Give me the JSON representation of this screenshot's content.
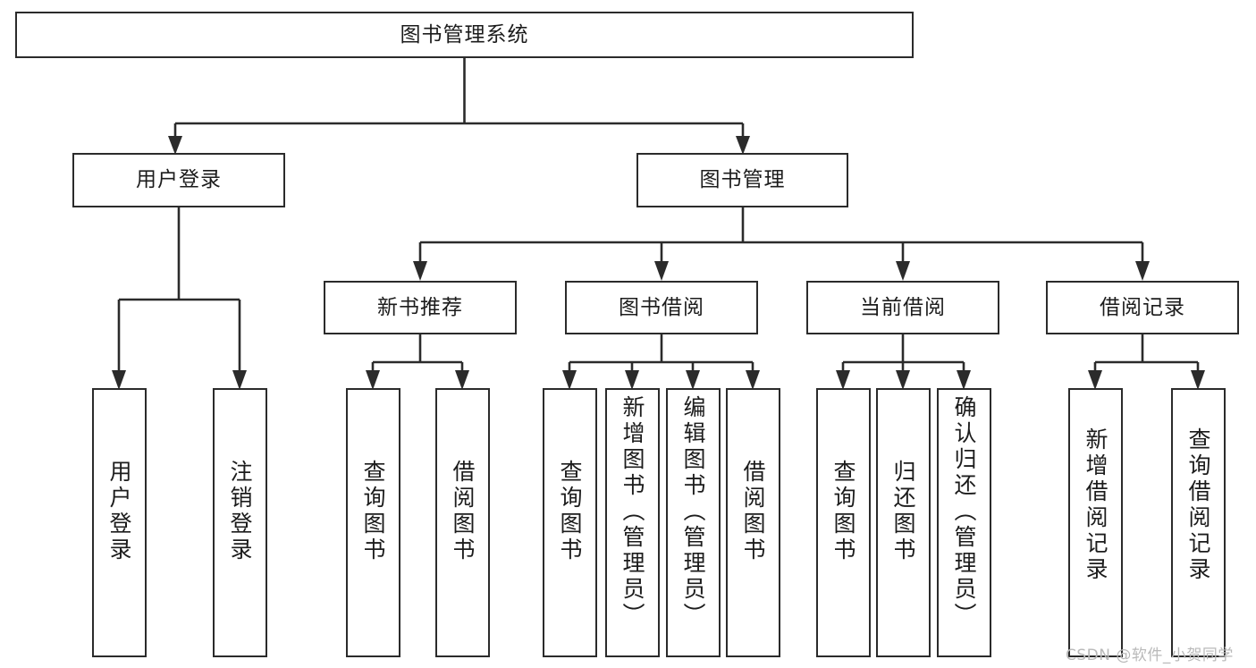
{
  "diagram": {
    "title": "图书管理系统",
    "type": "功能结构图",
    "stroke_color": "#2b2b2b",
    "fill_color": "#ffffff",
    "text_color": "#1c1c1c",
    "watermark": "CSDN @软件_小贺同学",
    "watermark_color": "#b9b9b9"
  },
  "nodes": {
    "root": {
      "label": "图书管理系统"
    },
    "level2": [
      {
        "label": "用户登录"
      },
      {
        "label": "图书管理"
      }
    ],
    "level3": [
      {
        "label": "新书推荐"
      },
      {
        "label": "图书借阅"
      },
      {
        "label": "当前借阅"
      },
      {
        "label": "借阅记录"
      }
    ],
    "leaves": {
      "user_login": [
        {
          "label": "用户登录"
        },
        {
          "label": "注销登录"
        }
      ],
      "new_book": [
        {
          "label": "查询图书"
        },
        {
          "label": "借阅图书"
        }
      ],
      "borrow_book": [
        {
          "label": "查询图书"
        },
        {
          "label": "新增图书（管理员）"
        },
        {
          "label": "编辑图书（管理员）"
        },
        {
          "label": "借阅图书"
        }
      ],
      "current_borrow": [
        {
          "label": "查询图书"
        },
        {
          "label": "归还图书"
        },
        {
          "label": "确认归还（管理员）"
        }
      ],
      "borrow_record": [
        {
          "label": "新增借阅记录"
        },
        {
          "label": "查询借阅记录"
        }
      ]
    }
  }
}
